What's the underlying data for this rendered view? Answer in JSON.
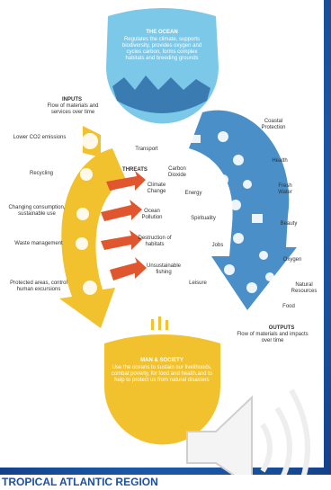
{
  "ocean": {
    "title": "THE OCEAN",
    "text": "Regulates the climate, supports biodiversity, provides oxygen and cycles carbon, forms complex habitats and breeding grounds"
  },
  "inputs": {
    "title": "INPUTS",
    "text": "Flow of materials and services over time",
    "items": [
      "Lower CO2 emissions",
      "Recycling",
      "Changing consumption, sustainable use",
      "Waste management",
      "Protected areas, control human excursions"
    ]
  },
  "threats": {
    "title": "THREATS",
    "items": [
      "Climate Change",
      "Ocean Pollution",
      "Destruction of habitats",
      "Unsustainable fishing"
    ]
  },
  "services": {
    "items": [
      "Transport",
      "Carbon Dioxide",
      "Energy",
      "Spirituality",
      "Jobs",
      "Leisure",
      "Coastal Protection",
      "Health",
      "Fresh Water",
      "Beauty",
      "Oxygen",
      "Natural Resources",
      "Food"
    ]
  },
  "outputs": {
    "title": "OUTPUTS",
    "text": "Flow of materials and impacts over time"
  },
  "society": {
    "title": "MAN & SOCIETY",
    "text": "Use the oceans to sustain our livelihoods, combat poverty, for food and health,and to help to protect us from natural disasters"
  },
  "footer": {
    "text": "TROPICAL ATLANTIC REGION"
  },
  "icons": [
    "speaker-icon"
  ],
  "colors": {
    "ocean": "#7cc8e8",
    "services": "#4a8fc8",
    "inputs": "#f2c12e",
    "threats": "#e0572f",
    "background": "#1f5fb0"
  }
}
